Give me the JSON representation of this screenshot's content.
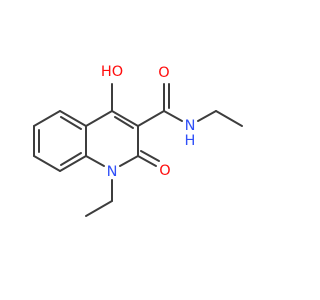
{
  "molecule": {
    "colors": {
      "bond": "#3d3d3d",
      "oxygen": "#ff0d0d",
      "nitrogen": "#3050f8"
    },
    "labels": {
      "hydroxyl": "HO",
      "carbonyl_oxygen_ring": "O",
      "carbonyl_oxygen_amide": "O",
      "ring_nitrogen": "N",
      "amide_nitrogen": "N",
      "amide_hydrogen": "H"
    }
  }
}
